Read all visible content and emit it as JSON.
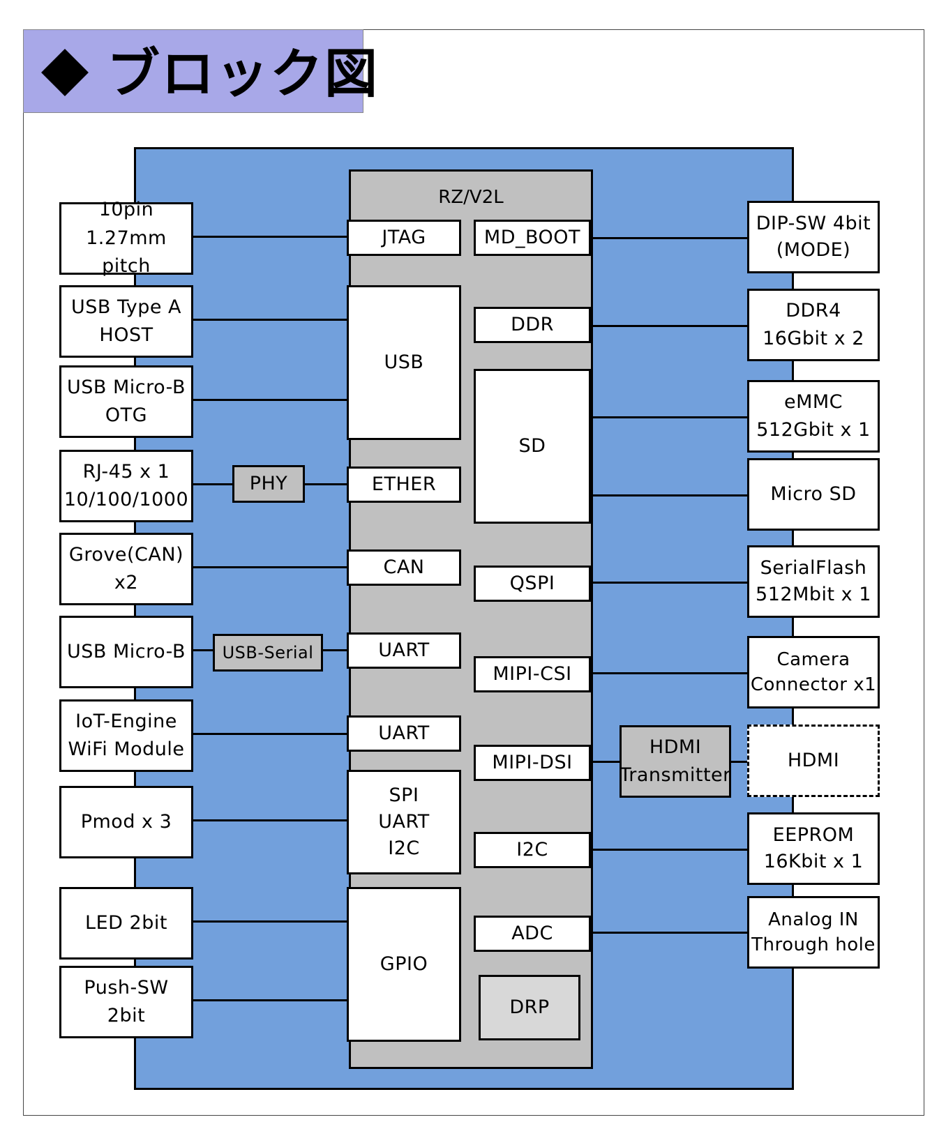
{
  "title": "ブロック図",
  "soc": {
    "label": "RZ/V2L"
  },
  "left_blocks": {
    "pin10": "10pin\n1.27mm pitch",
    "usb_a": "USB Type A\nHOST",
    "usb_microb_otg": "USB Micro-B\nOTG",
    "rj45": "RJ-45 x 1\n10/100/1000",
    "grove": "Grove(CAN)\nx2",
    "usb_microb": "USB Micro-B",
    "iot": "IoT-Engine\nWiFi Module",
    "pmod": "Pmod x 3",
    "led": "LED 2bit",
    "pushsw": "Push-SW\n2bit"
  },
  "bridges": {
    "phy": "PHY",
    "usb_serial": "USB-Serial",
    "hdmi_tx": "HDMI\nTransmitter"
  },
  "soc_left": {
    "jtag": "JTAG",
    "usb": "USB",
    "ether": "ETHER",
    "can": "CAN",
    "uart1": "UART",
    "uart2": "UART",
    "spi": "SPI\nUART\nI2C",
    "gpio": "GPIO"
  },
  "soc_right": {
    "md_boot": "MD_BOOT",
    "ddr": "DDR",
    "sd": "SD",
    "qspi": "QSPI",
    "mipi_csi": "MIPI-CSI",
    "mipi_dsi": "MIPI-DSI",
    "i2c": "I2C",
    "adc": "ADC",
    "drp": "DRP"
  },
  "right_blocks": {
    "dipsw": "DIP-SW 4bit\n(MODE)",
    "ddr4": "DDR4\n16Gbit x 2",
    "emmc": "eMMC\n512Gbit x 1",
    "microsd": "Micro SD",
    "serialflash": "SerialFlash\n512Mbit x 1",
    "camera": "Camera\nConnector x1",
    "hdmi": "HDMI",
    "eeprom": "EEPROM\n16Kbit x 1",
    "analog": "Analog IN\nThrough hole"
  }
}
